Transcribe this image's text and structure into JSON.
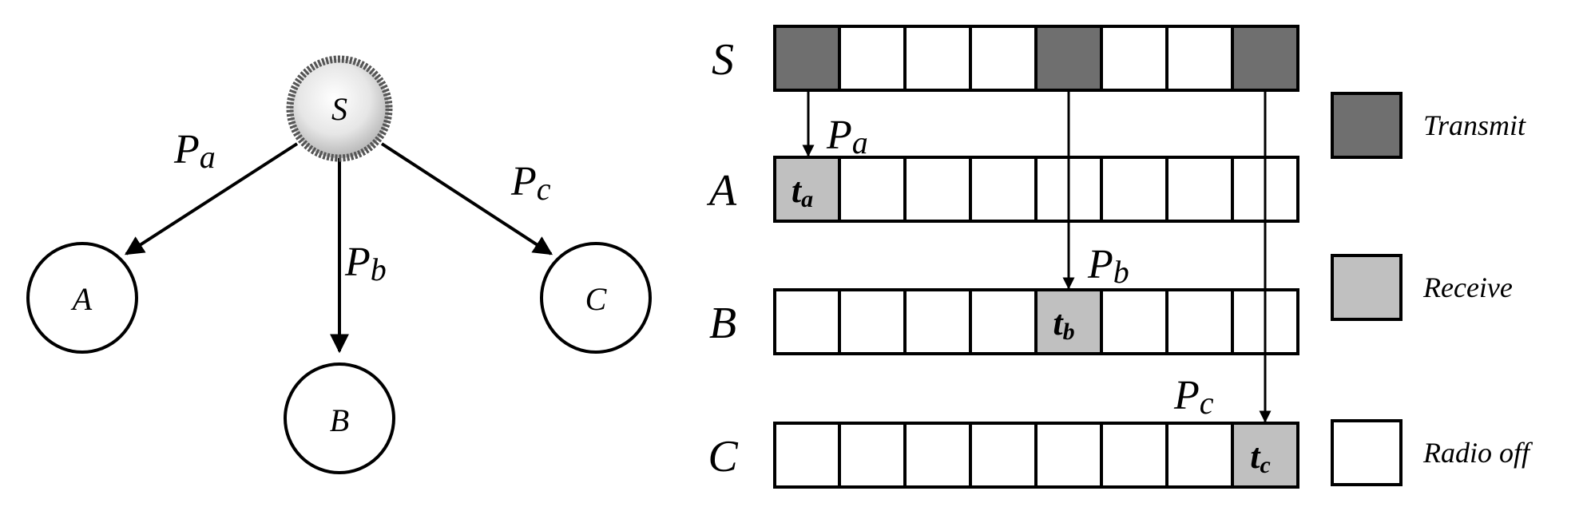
{
  "colors": {
    "transmit": "#6f6f6f",
    "receive": "#c0c0c0",
    "off": "#ffffff",
    "stroke": "#000000"
  },
  "graph": {
    "source": {
      "label": "S"
    },
    "nodes": [
      {
        "label": "A"
      },
      {
        "label": "B"
      },
      {
        "label": "C"
      }
    ],
    "edges": [
      {
        "p": "P",
        "sub": "a"
      },
      {
        "p": "P",
        "sub": "b"
      },
      {
        "p": "P",
        "sub": "c"
      }
    ]
  },
  "timeline": {
    "slot_count": 8,
    "rows": [
      {
        "label": "S",
        "cells": [
          "transmit",
          "off",
          "off",
          "off",
          "transmit",
          "off",
          "off",
          "transmit"
        ],
        "slot_text": []
      },
      {
        "label": "A",
        "cells": [
          "receive",
          "off",
          "off",
          "off",
          "off",
          "off",
          "off",
          "off"
        ],
        "slot_text": [
          {
            "slot": 0,
            "t": "t",
            "sub": "a"
          }
        ]
      },
      {
        "label": "B",
        "cells": [
          "off",
          "off",
          "off",
          "off",
          "receive",
          "off",
          "off",
          "off"
        ],
        "slot_text": [
          {
            "slot": 4,
            "t": "t",
            "sub": "b"
          }
        ]
      },
      {
        "label": "C",
        "cells": [
          "off",
          "off",
          "off",
          "off",
          "off",
          "off",
          "off",
          "receive"
        ],
        "slot_text": [
          {
            "slot": 7,
            "t": "t",
            "sub": "c"
          }
        ]
      }
    ],
    "arrows": [
      {
        "from_slot": 0,
        "to_row": 1,
        "p": "P",
        "sub": "a"
      },
      {
        "from_slot": 4,
        "to_row": 2,
        "p": "P",
        "sub": "b"
      },
      {
        "from_slot": 7,
        "to_row": 3,
        "p": "P",
        "sub": "c"
      }
    ]
  },
  "legend": [
    {
      "state": "transmit",
      "label": "Transmit"
    },
    {
      "state": "receive",
      "label": "Receive"
    },
    {
      "state": "off",
      "label": "Radio off"
    }
  ]
}
